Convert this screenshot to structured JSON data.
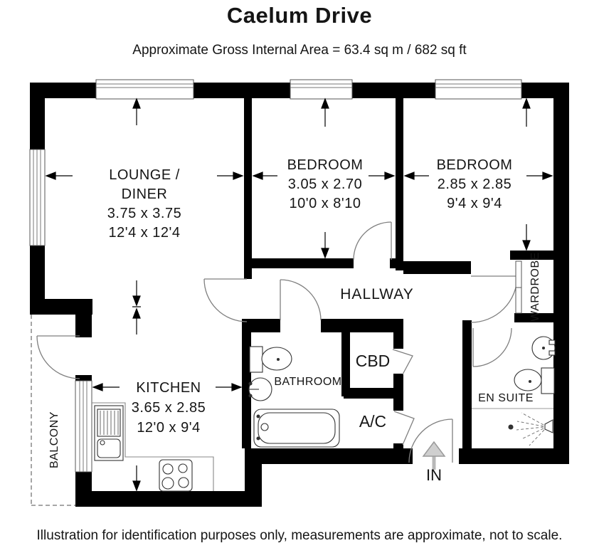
{
  "header": {
    "title": "Caelum Drive",
    "subtitle": "Approximate Gross Internal Area = 63.4 sq m / 682 sq ft"
  },
  "footer": {
    "disclaimer": "Illustration for identification purposes only, measurements are approximate, not to scale."
  },
  "rooms": {
    "lounge_diner": {
      "name_line1": "LOUNGE /",
      "name_line2": "DINER",
      "metric": "3.75 x 3.75",
      "imperial": "12'4 x 12'4"
    },
    "bedroom1": {
      "name": "BEDROOM",
      "metric": "3.05 x 2.70",
      "imperial": "10'0 x 8'10"
    },
    "bedroom2": {
      "name": "BEDROOM",
      "metric": "2.85 x 2.85",
      "imperial": "9'4 x 9'4"
    },
    "kitchen": {
      "name": "KITCHEN",
      "metric": "3.65 x 2.85",
      "imperial": "12'0 x 9'4"
    },
    "hallway": {
      "name": "HALLWAY"
    },
    "bathroom": {
      "name": "BATHROOM"
    },
    "cbd": {
      "name": "CBD"
    },
    "ac": {
      "name": "A/C"
    },
    "en_suite": {
      "name": "EN SUITE"
    },
    "wardrobe": {
      "name": "WARDROBE"
    },
    "balcony": {
      "name": "BALCONY"
    }
  },
  "entrance": {
    "label": "IN"
  },
  "colors": {
    "wall": "#000000",
    "window_line": "#777777",
    "door_arc": "#7f7f7f",
    "fixture": "#333333",
    "entrance_arrow": "#b8b8b8"
  }
}
